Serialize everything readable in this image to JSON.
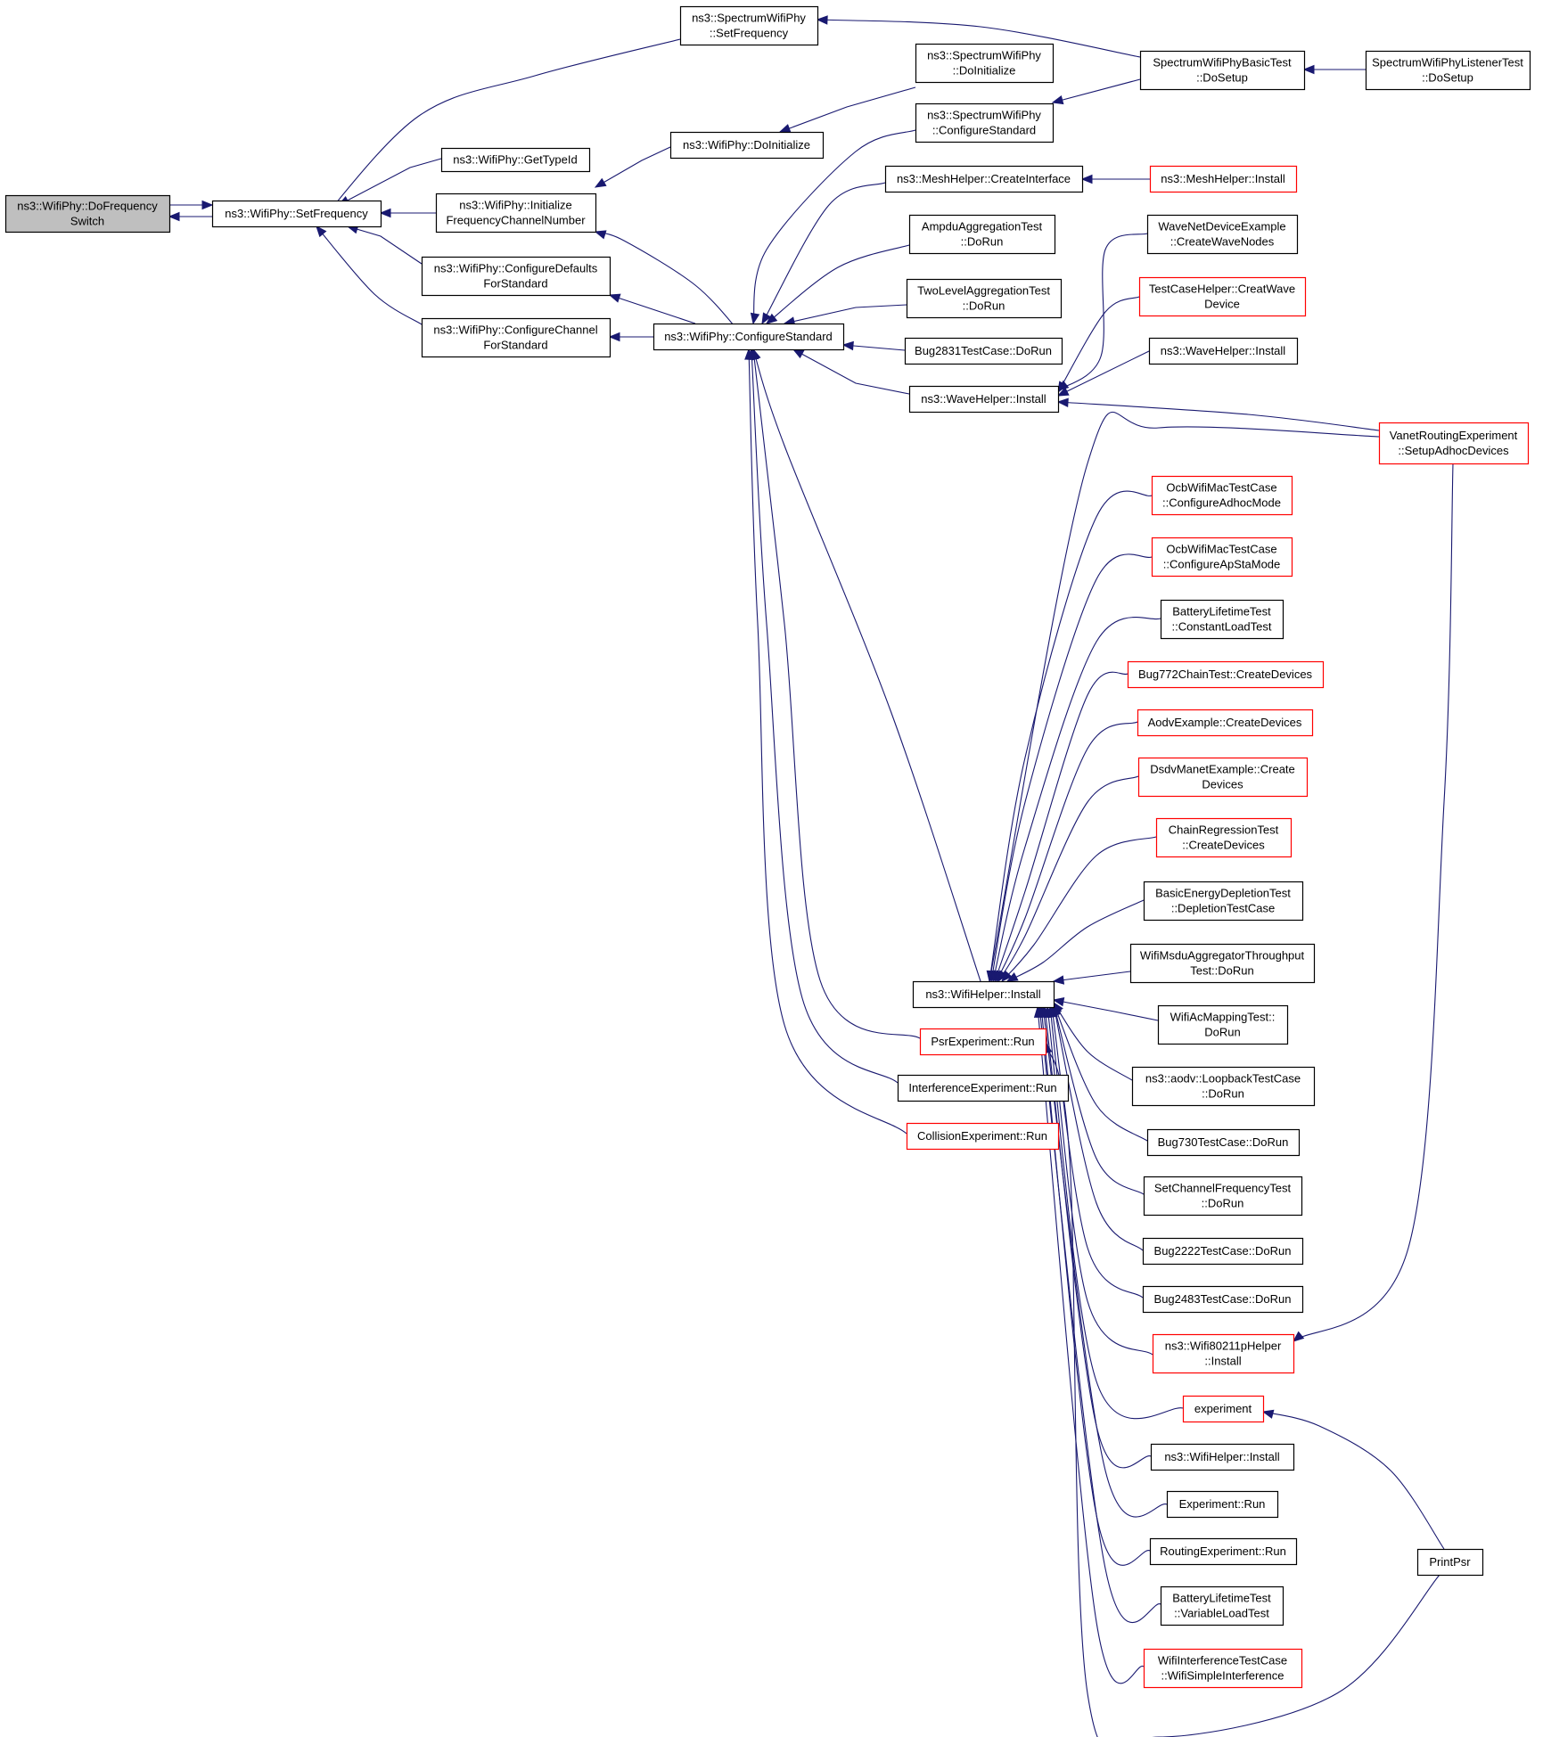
{
  "colors": {
    "edge": "#191970",
    "node_border": "#000000",
    "node_border_truncated": "#ff0000",
    "node_fill": "#ffffff",
    "root_fill": "#bfbfbf"
  },
  "nodes": [
    {
      "id": "dofreq",
      "lines": [
        "ns3::WifiPhy::DoFrequency",
        "Switch"
      ],
      "style": "root"
    },
    {
      "id": "setfreq",
      "lines": [
        "ns3::WifiPhy::SetFrequency"
      ],
      "style": "normal"
    },
    {
      "id": "spec_setfreq",
      "lines": [
        "ns3::SpectrumWifiPhy",
        "::SetFrequency"
      ],
      "style": "normal"
    },
    {
      "id": "gettypeid",
      "lines": [
        "ns3::WifiPhy::GetTypeId"
      ],
      "style": "normal"
    },
    {
      "id": "initfreq",
      "lines": [
        "ns3::WifiPhy::Initialize",
        "FrequencyChannelNumber"
      ],
      "style": "normal"
    },
    {
      "id": "cfgdefaults",
      "lines": [
        "ns3::WifiPhy::ConfigureDefaults",
        "ForStandard"
      ],
      "style": "normal"
    },
    {
      "id": "cfgchannel",
      "lines": [
        "ns3::WifiPhy::ConfigureChannel",
        "ForStandard"
      ],
      "style": "normal"
    },
    {
      "id": "doinit",
      "lines": [
        "ns3::WifiPhy::DoInitialize"
      ],
      "style": "normal"
    },
    {
      "id": "cfgstd",
      "lines": [
        "ns3::WifiPhy::ConfigureStandard"
      ],
      "style": "normal"
    },
    {
      "id": "spec_doinit",
      "lines": [
        "ns3::SpectrumWifiPhy",
        "::DoInitialize"
      ],
      "style": "normal"
    },
    {
      "id": "spec_cfgstd",
      "lines": [
        "ns3::SpectrumWifiPhy",
        "::ConfigureStandard"
      ],
      "style": "normal"
    },
    {
      "id": "spec_basic",
      "lines": [
        "SpectrumWifiPhyBasicTest",
        "::DoSetup"
      ],
      "style": "normal"
    },
    {
      "id": "spec_listener",
      "lines": [
        "SpectrumWifiPhyListenerTest",
        "::DoSetup"
      ],
      "style": "normal"
    },
    {
      "id": "mesh_ci",
      "lines": [
        "ns3::MeshHelper::CreateInterface"
      ],
      "style": "normal"
    },
    {
      "id": "mesh_install",
      "lines": [
        "ns3::MeshHelper::Install"
      ],
      "style": "truncated"
    },
    {
      "id": "ampdu",
      "lines": [
        "AmpduAggregationTest",
        "::DoRun"
      ],
      "style": "normal"
    },
    {
      "id": "twolevel",
      "lines": [
        "TwoLevelAggregationTest",
        "::DoRun"
      ],
      "style": "normal"
    },
    {
      "id": "bug2831",
      "lines": [
        "Bug2831TestCase::DoRun"
      ],
      "style": "normal"
    },
    {
      "id": "wave_install",
      "lines": [
        "ns3::WaveHelper::Install"
      ],
      "style": "normal"
    },
    {
      "id": "wavenet",
      "lines": [
        "WaveNetDeviceExample",
        "::CreateWaveNodes"
      ],
      "style": "normal"
    },
    {
      "id": "tch_creat",
      "lines": [
        "TestCaseHelper::CreatWave",
        "Device"
      ],
      "style": "truncated"
    },
    {
      "id": "wave_install2",
      "lines": [
        "ns3::WaveHelper::Install"
      ],
      "style": "normal"
    },
    {
      "id": "vanet",
      "lines": [
        "VanetRoutingExperiment",
        "::SetupAdhocDevices"
      ],
      "style": "truncated"
    },
    {
      "id": "ocb_adhoc",
      "lines": [
        "OcbWifiMacTestCase",
        "::ConfigureAdhocMode"
      ],
      "style": "truncated"
    },
    {
      "id": "ocb_apsta",
      "lines": [
        "OcbWifiMacTestCase",
        "::ConfigureApStaMode"
      ],
      "style": "truncated"
    },
    {
      "id": "batt_const",
      "lines": [
        "BatteryLifetimeTest",
        "::ConstantLoadTest"
      ],
      "style": "normal"
    },
    {
      "id": "bug772",
      "lines": [
        "Bug772ChainTest::CreateDevices"
      ],
      "style": "truncated"
    },
    {
      "id": "aodv_ex",
      "lines": [
        "AodvExample::CreateDevices"
      ],
      "style": "truncated"
    },
    {
      "id": "dsdv",
      "lines": [
        "DsdvManetExample::Create",
        "Devices"
      ],
      "style": "truncated"
    },
    {
      "id": "chainreg",
      "lines": [
        "ChainRegressionTest",
        "::CreateDevices"
      ],
      "style": "truncated"
    },
    {
      "id": "basicenergy",
      "lines": [
        "BasicEnergyDepletionTest",
        "::DepletionTestCase"
      ],
      "style": "normal"
    },
    {
      "id": "msdu",
      "lines": [
        "WifiMsduAggregatorThroughput",
        "Test::DoRun"
      ],
      "style": "normal"
    },
    {
      "id": "wifi_install",
      "lines": [
        "ns3::WifiHelper::Install"
      ],
      "style": "normal"
    },
    {
      "id": "acmap",
      "lines": [
        "WifiAcMappingTest::",
        "DoRun"
      ],
      "style": "normal"
    },
    {
      "id": "psr",
      "lines": [
        "PsrExperiment::Run"
      ],
      "style": "truncated"
    },
    {
      "id": "aodv_loop",
      "lines": [
        "ns3::aodv::LoopbackTestCase",
        "::DoRun"
      ],
      "style": "normal"
    },
    {
      "id": "interf",
      "lines": [
        "InterferenceExperiment::Run"
      ],
      "style": "normal"
    },
    {
      "id": "collision",
      "lines": [
        "CollisionExperiment::Run"
      ],
      "style": "truncated"
    },
    {
      "id": "bug730",
      "lines": [
        "Bug730TestCase::DoRun"
      ],
      "style": "normal"
    },
    {
      "id": "setchan",
      "lines": [
        "SetChannelFrequencyTest",
        "::DoRun"
      ],
      "style": "normal"
    },
    {
      "id": "bug2222",
      "lines": [
        "Bug2222TestCase::DoRun"
      ],
      "style": "normal"
    },
    {
      "id": "bug2483",
      "lines": [
        "Bug2483TestCase::DoRun"
      ],
      "style": "normal"
    },
    {
      "id": "wifi80211p",
      "lines": [
        "ns3::Wifi80211pHelper",
        "::Install"
      ],
      "style": "truncated"
    },
    {
      "id": "experiment",
      "lines": [
        "experiment"
      ],
      "style": "truncated"
    },
    {
      "id": "wifi_install2",
      "lines": [
        "ns3::WifiHelper::Install"
      ],
      "style": "normal"
    },
    {
      "id": "exp_run",
      "lines": [
        "Experiment::Run"
      ],
      "style": "normal"
    },
    {
      "id": "routing_run",
      "lines": [
        "RoutingExperiment::Run"
      ],
      "style": "normal"
    },
    {
      "id": "batt_var",
      "lines": [
        "BatteryLifetimeTest",
        "::VariableLoadTest"
      ],
      "style": "normal"
    },
    {
      "id": "wifi_interf",
      "lines": [
        "WifiInterferenceTestCase",
        "::WifiSimpleInterference"
      ],
      "style": "truncated"
    },
    {
      "id": "printpsr",
      "lines": [
        "PrintPsr"
      ],
      "style": "normal"
    }
  ]
}
